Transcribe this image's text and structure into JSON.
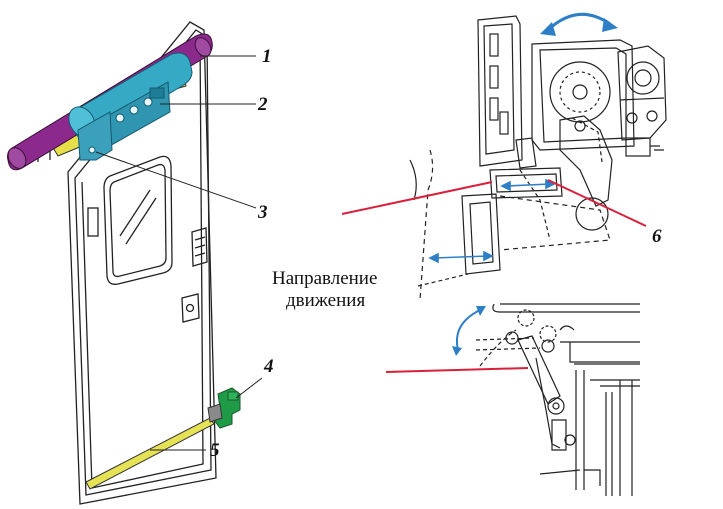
{
  "callouts": {
    "n1": "1",
    "n2": "2",
    "n3": "3",
    "n4": "4",
    "n5": "5",
    "n6": "6"
  },
  "caption": {
    "line1": "Направление",
    "line2": "движения"
  },
  "colors": {
    "rail": "#8b2a8c",
    "carriage": "#36a9c4",
    "bracket": "#e6df4a",
    "lever": "#1f9a47",
    "bottom_guide": "#e6e255",
    "pointer_red": "#d9203a",
    "arrow_blue": "#2f7fc6",
    "line": "#222222"
  },
  "icons": {
    "rotation": "curved-double-arrow-icon",
    "travel": "horizontal-double-arrow-icon"
  }
}
